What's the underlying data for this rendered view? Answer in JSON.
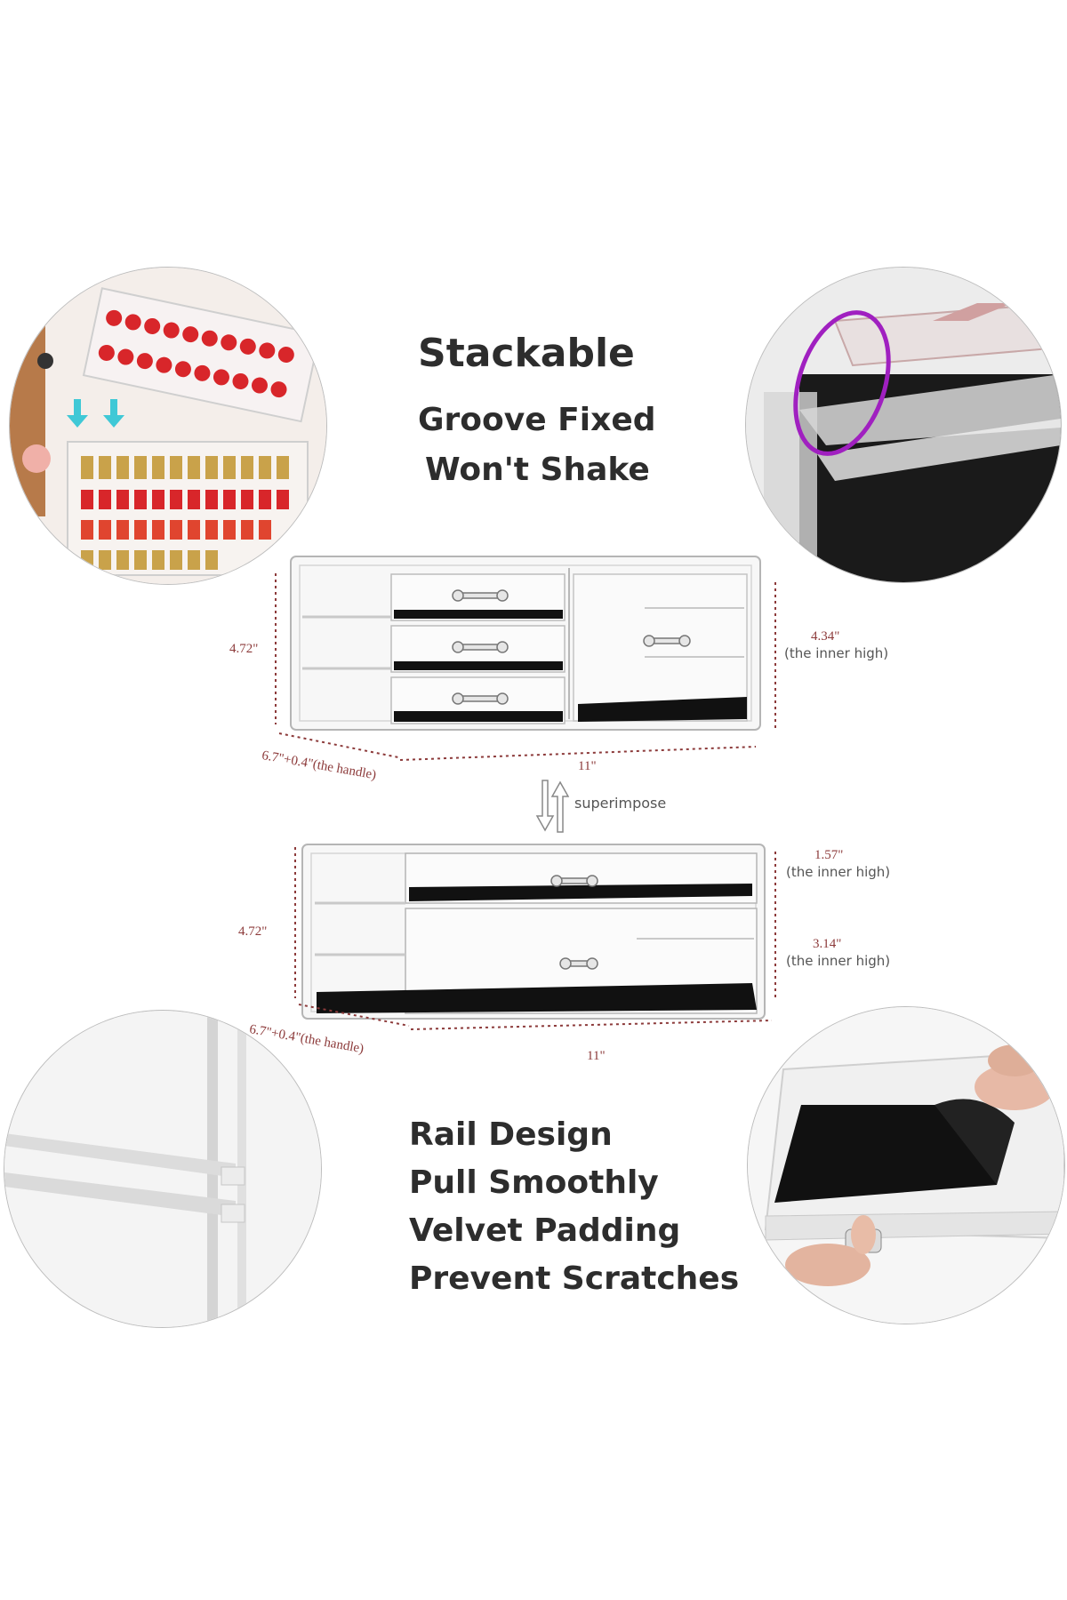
{
  "headline": {
    "stackable": "Stackable",
    "groove_line1": "Groove Fixed",
    "groove_line2": "Won't Shake"
  },
  "features": {
    "line1": "Rail Design",
    "line2": "Pull Smoothly",
    "line3": "Velvet Padding",
    "line4": "Prevent Scratches"
  },
  "top_unit": {
    "height": "4.72\"",
    "depth": "6.7\"+0.4\"(the handle)",
    "width": "11\"",
    "inner_height": "4.34\"",
    "inner_height_note": "(the inner high)"
  },
  "superimpose_label": "superimpose",
  "bottom_unit": {
    "height": "4.72\"",
    "depth": "6.7\"+0.4\"(the handle)",
    "width": "11\"",
    "drawer1_inner_height": "1.57\"",
    "drawer1_note": "(the inner high)",
    "drawer2_inner_height": "3.14\"",
    "drawer2_note": "(the inner high)"
  },
  "colors": {
    "dimension_text": "#8c3a3a",
    "highlight_ring": "#a020c0",
    "arrow_cyan": "#3fc8d6",
    "lipstick_red": "#d8262a",
    "lipstick_gold": "#c9a24a",
    "velvet": "#111111"
  }
}
